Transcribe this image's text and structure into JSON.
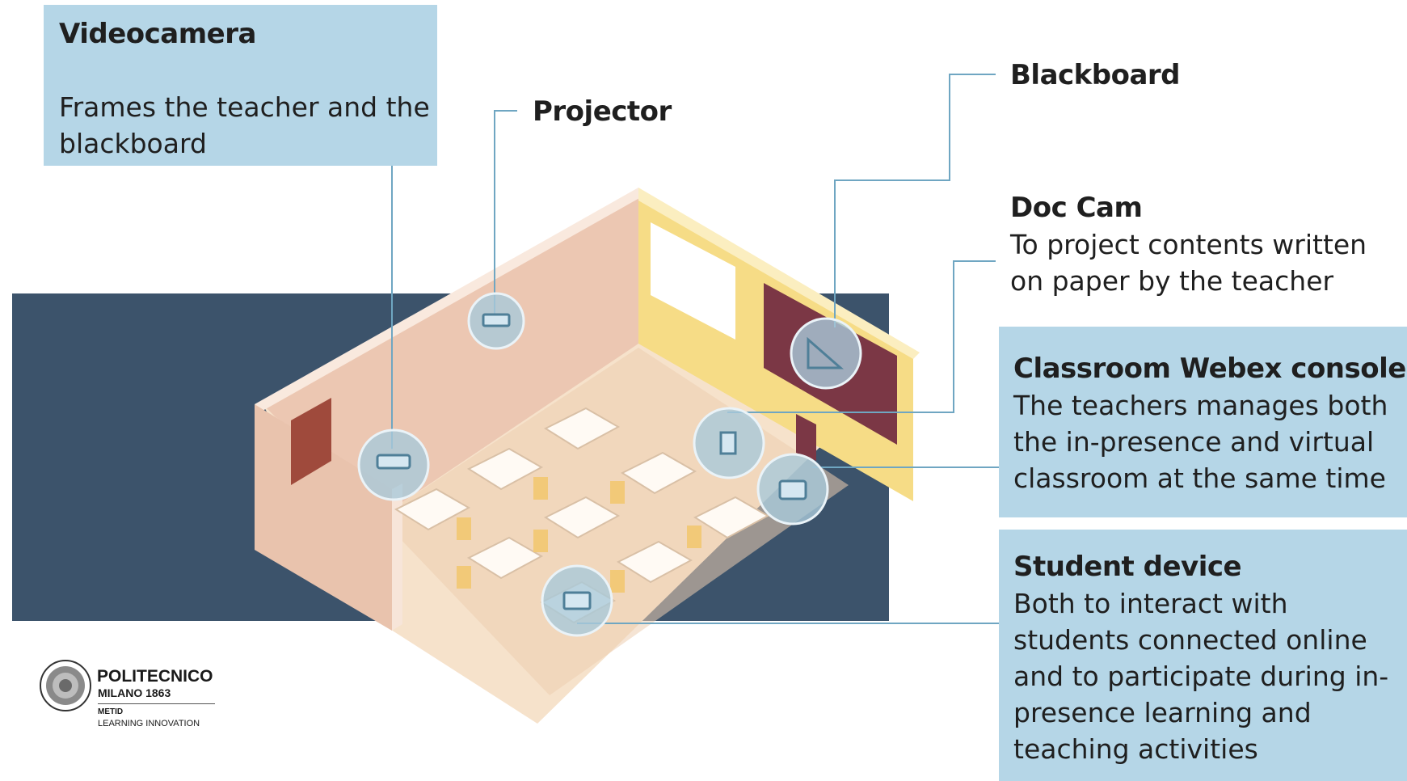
{
  "labels": {
    "videocamera": {
      "title": "Videocamera",
      "desc_lines": [
        "Frames the teacher and the",
        "blackboard"
      ]
    },
    "projector": {
      "title": "Projector"
    },
    "blackboard": {
      "title": "Blackboard"
    },
    "doc_cam": {
      "title": "Doc Cam",
      "desc_lines": [
        "To project contents written",
        "on paper by the teacher"
      ]
    },
    "webex_console": {
      "title": "Classroom Webex console",
      "desc_lines": [
        "The teachers manages both",
        "the in-presence and virtual",
        "classroom at the same time"
      ]
    },
    "student_device": {
      "title": "Student device",
      "desc_lines": [
        "Both to interact with",
        "students connected online",
        "and to participate during in-",
        "presence learning and",
        "teaching activities"
      ]
    }
  },
  "logo": {
    "name": "POLITECNICO",
    "subtitle": "MILANO 1863",
    "unit": "METID",
    "tagline": "LEARNING INNOVATION"
  },
  "colors": {
    "box_fill": "#b5d6e7",
    "navy_band": "#3c536b",
    "leader_line": "#6fa6c2",
    "wall_yellow": "#f6dc86",
    "floor": "#f7e3cc"
  }
}
